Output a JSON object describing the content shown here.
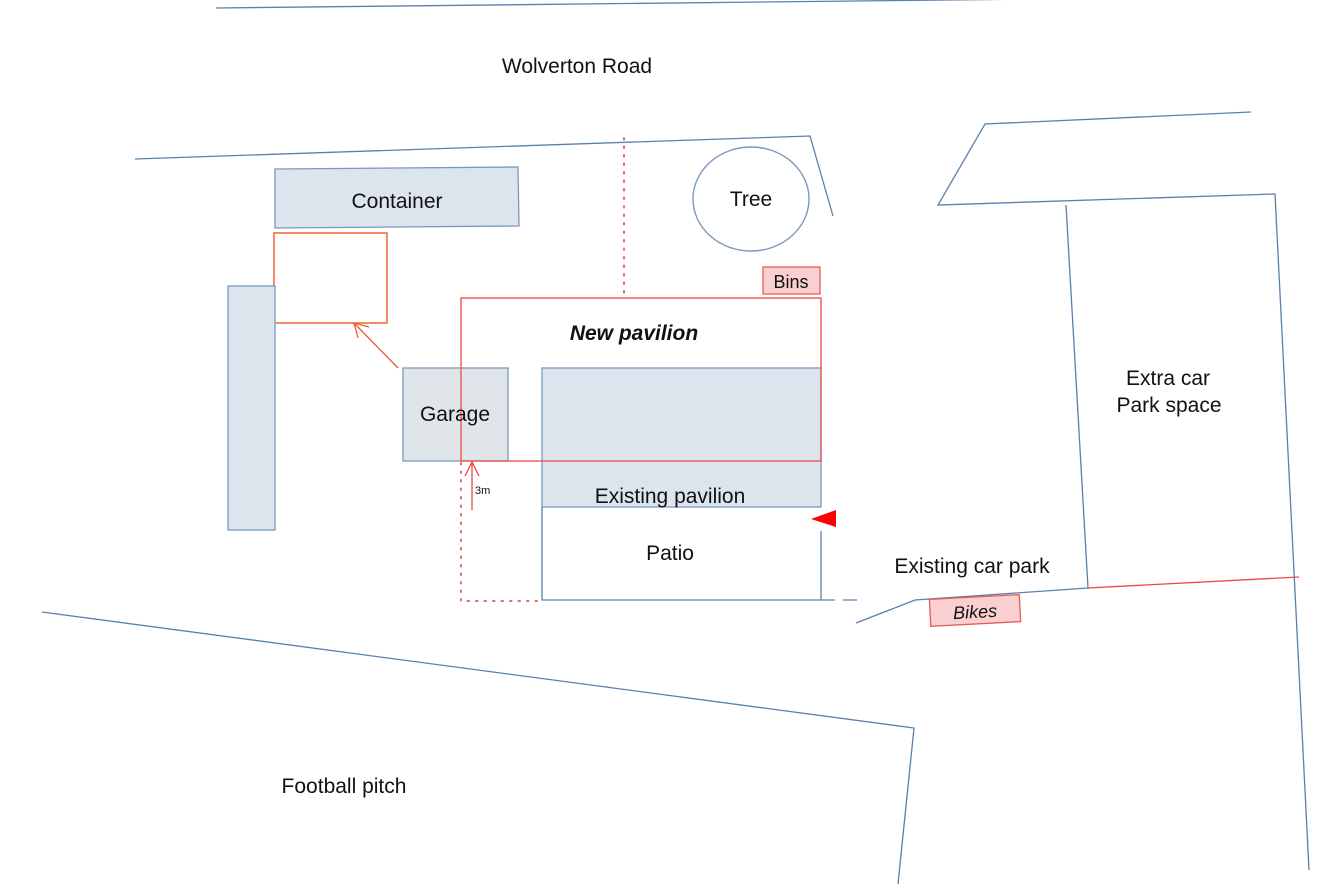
{
  "diagram": {
    "title": "Site plan",
    "labels": {
      "road": "Wolverton Road",
      "container": "Container",
      "tree": "Tree",
      "bins": "Bins",
      "new_pavilion": "New pavilion",
      "garage": "Garage",
      "existing_pavilion": "Existing pavilion",
      "patio": "Patio",
      "dimension": "3m",
      "extra_car_park_line1": "Extra car",
      "extra_car_park_line2": "Park space",
      "existing_car_park": "Existing car park",
      "bikes": "Bikes",
      "football_pitch": "Football pitch"
    },
    "colors": {
      "outline": "#5b7fae",
      "existing_fill": "#dce4ee",
      "proposed": "#ee4444",
      "relocation_arrow": "#f05a28",
      "tag_fill": "#f9cfcf",
      "entrance_marker": "#ff0000"
    },
    "icons": {
      "entrance_marker": "triangle-left-icon",
      "relocation_arrow": "arrow-icon",
      "dimension_arrow": "arrow-up-icon"
    }
  }
}
